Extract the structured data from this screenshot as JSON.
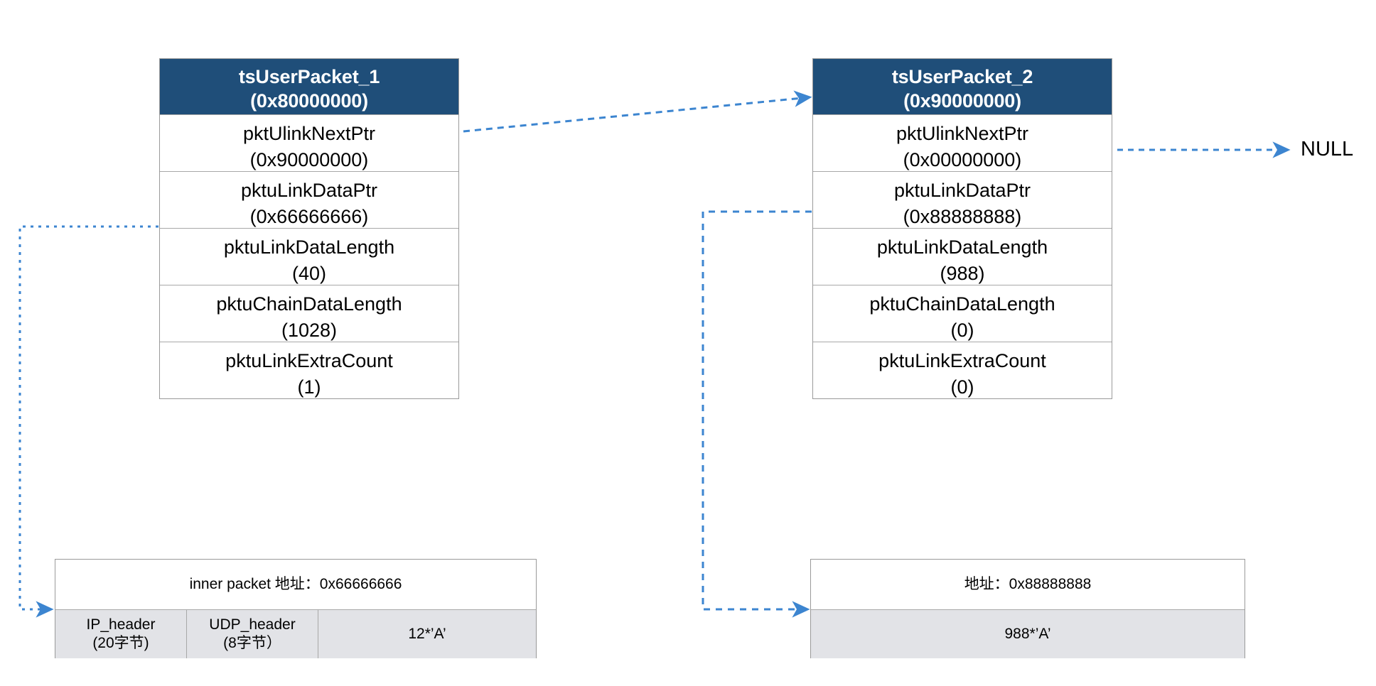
{
  "diagram": {
    "title_null_label": "NULL",
    "accent_header_color": "#1F4E79",
    "connector_color": "#3C85D0",
    "cell_fill_color": "#E2E3E7",
    "border_color": "#9A9A9A"
  },
  "packets": [
    {
      "header_name": "tsUserPacket_1",
      "header_address": "(0x80000000)",
      "fields": [
        {
          "name": "pktUlinkNextPtr",
          "value": "(0x90000000)"
        },
        {
          "name": "pktuLinkDataPtr",
          "value": "(0x66666666)"
        },
        {
          "name": "pktuLinkDataLength",
          "value": "(40)"
        },
        {
          "name": "pktuChainDataLength",
          "value": "(1028)"
        },
        {
          "name": "pktuLinkExtraCount",
          "value": "(1)"
        }
      ]
    },
    {
      "header_name": "tsUserPacket_2",
      "header_address": "(0x90000000)",
      "fields": [
        {
          "name": "pktUlinkNextPtr",
          "value": "(0x00000000)"
        },
        {
          "name": "pktuLinkDataPtr",
          "value": "(0x88888888)"
        },
        {
          "name": "pktuLinkDataLength",
          "value": "(988)"
        },
        {
          "name": "pktuChainDataLength",
          "value": "(0)"
        },
        {
          "name": "pktuLinkExtraCount",
          "value": "(0)"
        }
      ]
    }
  ],
  "buffers": [
    {
      "title": "inner packet 地址：0x66666666",
      "cells": [
        {
          "name": "IP_header",
          "sub": "(20字节)"
        },
        {
          "name": "UDP_header",
          "sub": "(8字节）"
        },
        {
          "name": "12*’A’",
          "sub": ""
        }
      ]
    },
    {
      "title": "地址：0x88888888",
      "cells": [
        {
          "name": "988*’A’",
          "sub": ""
        }
      ]
    }
  ],
  "connectors": [
    {
      "from": "packet1.pktUlinkNextPtr",
      "to": "packet2.header",
      "style": "dashed-arrow"
    },
    {
      "from": "packet2.pktUlinkNextPtr",
      "to": "NULL",
      "style": "dashed-arrow"
    },
    {
      "from": "packet1.pktuLinkDataPtr",
      "to": "buffer1.data-cells",
      "style": "dashed-elbow-arrow"
    },
    {
      "from": "packet2.pktuLinkDataPtr",
      "to": "buffer2.data-cells",
      "style": "dashed-elbow-arrow"
    }
  ]
}
